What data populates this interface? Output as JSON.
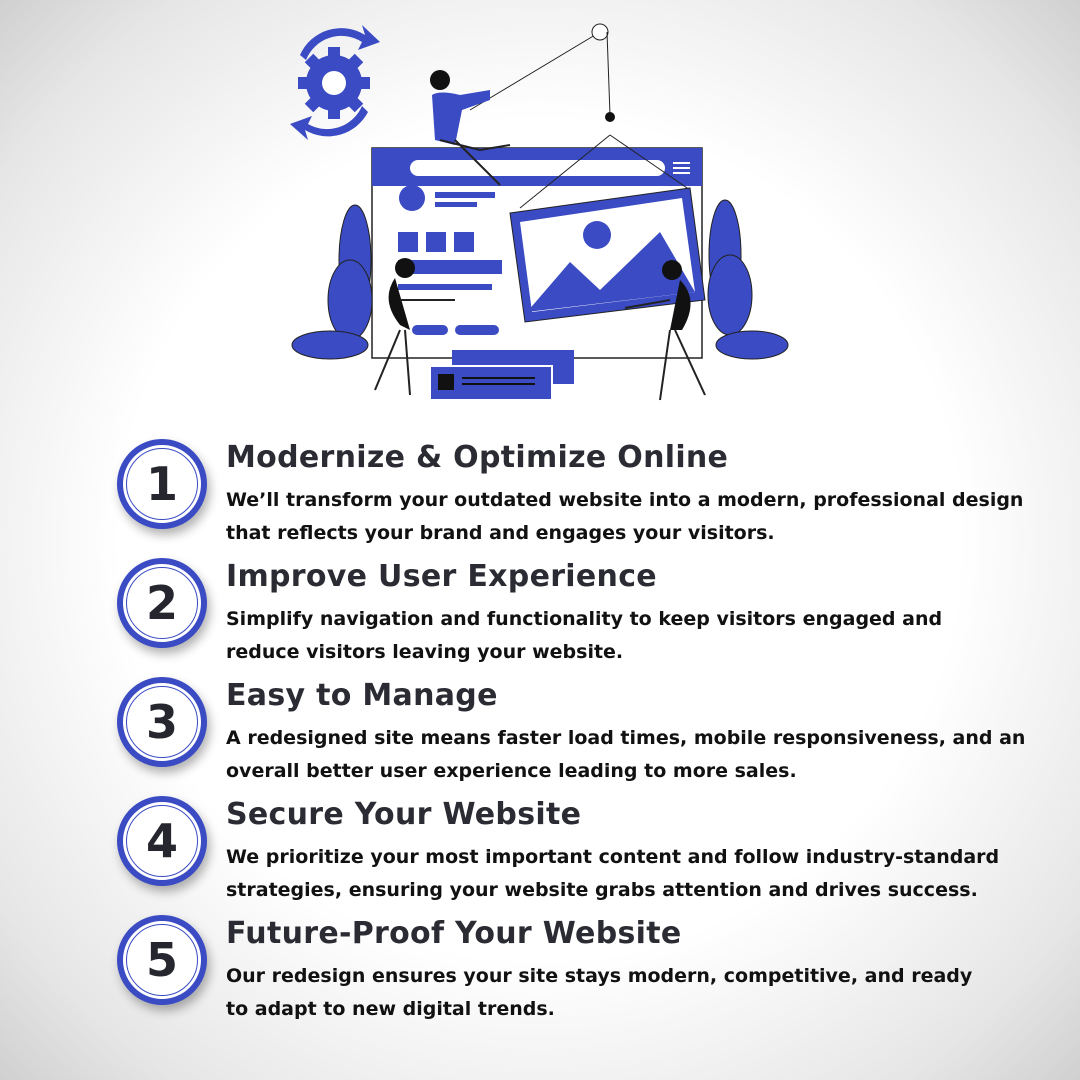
{
  "colors": {
    "accent": "#3a4bc3",
    "text": "#2b2b33"
  },
  "illustration": {
    "icon": "website-redesign-illustration"
  },
  "steps": [
    {
      "number": "1",
      "title": "Modernize & Optimize Online",
      "description": "We’ll transform your outdated website into a modern, professional design that reflects your brand and engages your visitors."
    },
    {
      "number": "2",
      "title": "Improve User Experience",
      "description": "Simplify navigation and functionality to keep visitors engaged and reduce visitors leaving your website."
    },
    {
      "number": "3",
      "title": "Easy to Manage",
      "description": "A redesigned site means faster load times, mobile responsiveness, and an overall better user experience leading to more sales."
    },
    {
      "number": "4",
      "title": "Secure Your Website",
      "description": "We prioritize your most important content and follow industry-standard strategies, ensuring your website grabs attention and drives success."
    },
    {
      "number": "5",
      "title": "Future-Proof Your Website",
      "description": "Our redesign ensures your site stays modern, competitive, and ready to adapt to new digital trends."
    }
  ]
}
